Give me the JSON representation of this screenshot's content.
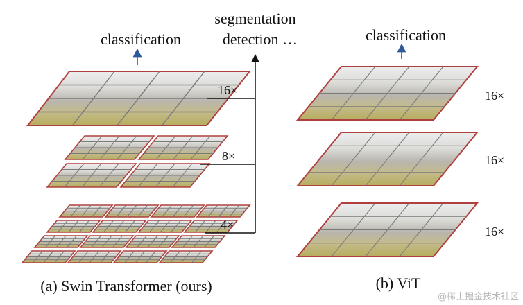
{
  "labels": {
    "left_top": "classification",
    "right_top": "classification",
    "seg_line1": "segmentation",
    "seg_line2": "detection …",
    "scale_16x": "16×",
    "scale_8x": "8×",
    "scale_4x": "4×",
    "vit_16x": "16×",
    "caption_left": "(a) Swin Transformer (ours)",
    "caption_right": "(b) ViT",
    "watermark": "@稀土掘金技术社区"
  },
  "colors": {
    "patch_border": "#b0403f",
    "grid_line": "#7a7a7a",
    "arrow_blue": "#2e5a9a",
    "sky": "#e9eaea",
    "castle": "#b3aea6",
    "grass": "#b7b06a"
  }
}
